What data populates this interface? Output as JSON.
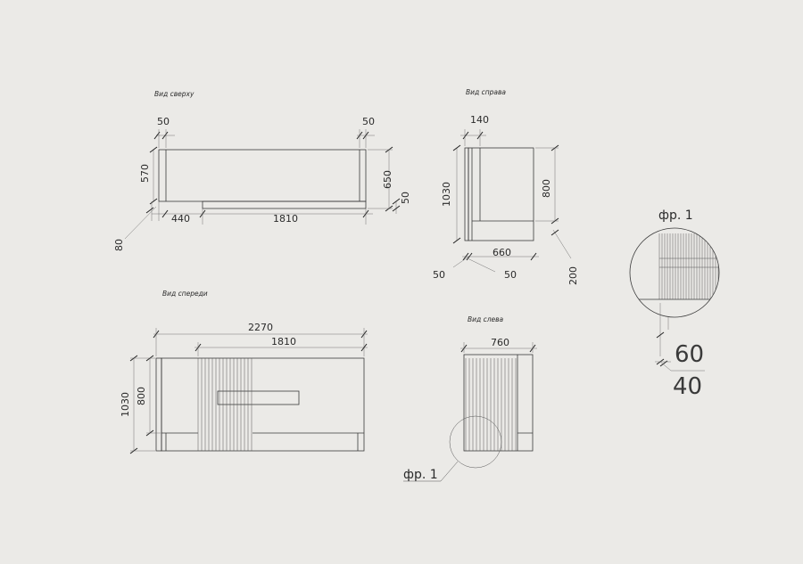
{
  "colors": {
    "background": "#ebeae7",
    "line": "#3a3a3a",
    "text": "#2a2a2a"
  },
  "views": {
    "top": {
      "title": "Вид сверху",
      "dims": {
        "left_thickness": "50",
        "right_thickness": "50",
        "depth": "570",
        "total_depth": "650",
        "bottom_thickness": "50",
        "offset": "440",
        "length": "1810",
        "overhang": "80"
      }
    },
    "right": {
      "title": "Вид справа",
      "dims": {
        "top_depth": "140",
        "height_total": "1030",
        "height": "800",
        "base_depth": "660",
        "side_a": "50",
        "side_b": "50",
        "plinth": "200"
      }
    },
    "front": {
      "title": "Вид спереди",
      "dims": {
        "total_length": "2270",
        "length": "1810",
        "height_total": "1030",
        "height": "800"
      }
    },
    "left": {
      "title": "Вид слева",
      "dims": {
        "depth": "760"
      }
    }
  },
  "detail": {
    "title": "фр. 1",
    "callout_label": "фр. 1",
    "dim_a": "60",
    "dim_b": "40"
  }
}
